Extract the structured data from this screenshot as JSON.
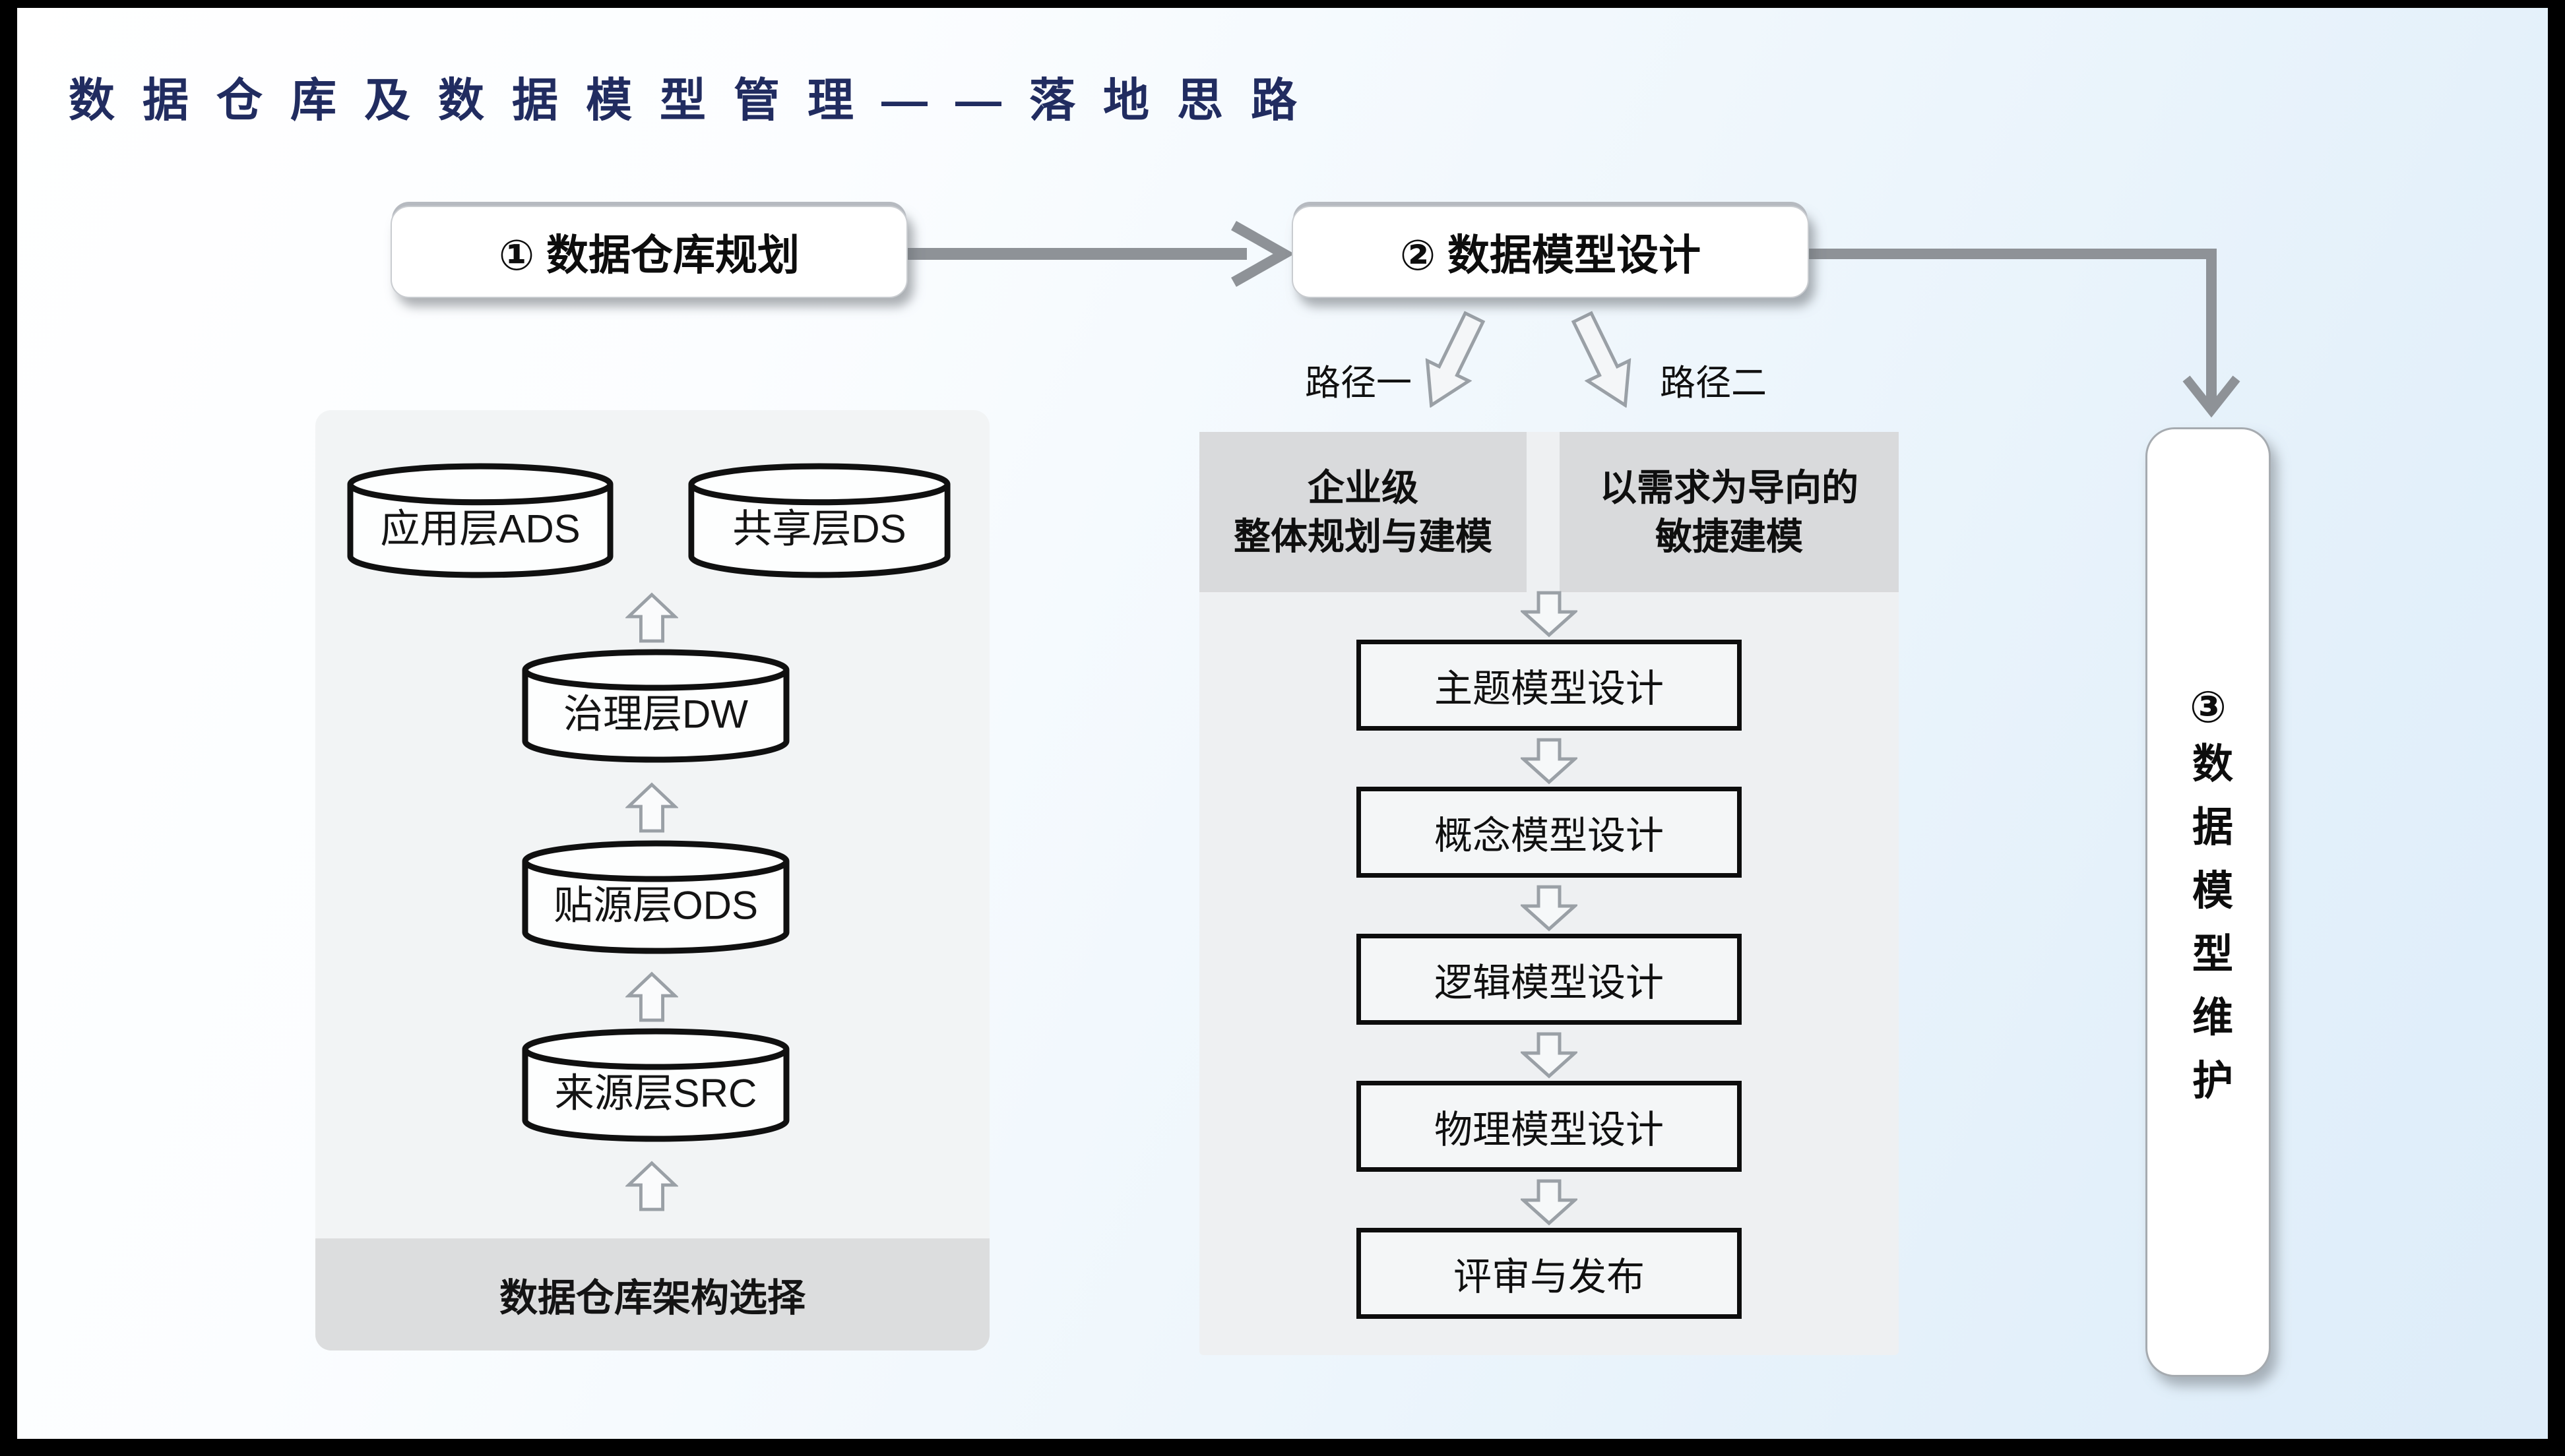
{
  "title": "数据仓库及数据模型管理——落地思路",
  "colors": {
    "title": "#212c60",
    "connector": "#8e9297",
    "arrow_outline": "#9aa0a6",
    "left_panel": "#f2f4f5",
    "approach_box": "#d9dadc",
    "footer_bar": "#dcddde"
  },
  "steps": {
    "step1": "① 数据仓库规划",
    "step2": "② 数据模型设计",
    "step3_num": "③",
    "step3_label": "数据模型维护"
  },
  "warehouse": {
    "ads": "应用层ADS",
    "ds": "共享层DS",
    "dw": "治理层DW",
    "ods": "贴源层ODS",
    "src": "来源层SRC",
    "footer": "数据仓库架构选择"
  },
  "paths": {
    "one": "路径一",
    "two": "路径二"
  },
  "approaches": {
    "enterprise": {
      "line1": "企业级",
      "line2": "整体规划与建模"
    },
    "agile": {
      "line1": "以需求为导向的",
      "line2": "敏捷建模"
    }
  },
  "flow": {
    "s1": "主题模型设计",
    "s2": "概念模型设计",
    "s3": "逻辑模型设计",
    "s4": "物理模型设计",
    "s5": "评审与发布"
  }
}
